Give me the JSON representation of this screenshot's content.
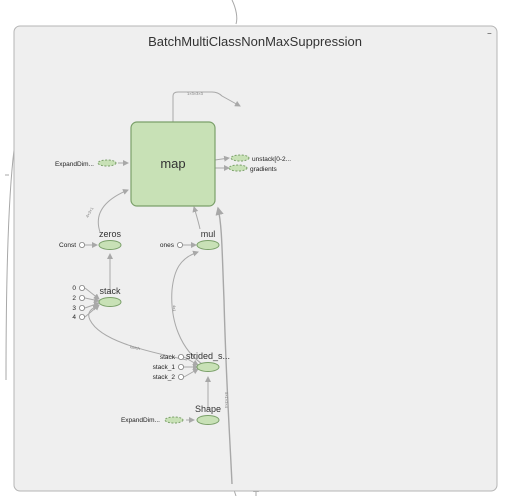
{
  "graph": {
    "title": "BatchMultiClassNonMaxSuppression",
    "nodes": {
      "map": "map",
      "zeros": "zeros",
      "mul": "mul",
      "stack": "stack",
      "strided_slice": "strided_s...",
      "shape": "Shape"
    },
    "inputs": {
      "expand_dims_top": "ExpandDim...",
      "const": "Const",
      "ones": "ones",
      "stack_0": "0",
      "stack_2": "2",
      "stack_3": "3",
      "stack_4": "4",
      "ss_stack": "stack",
      "ss_stack_1": "stack_1",
      "ss_stack_2": "stack_2",
      "expand_dims_bottom": "ExpandDim..."
    },
    "outputs": {
      "unstack": "unstack[0-2...",
      "gradients": "gradients"
    }
  },
  "colors": {
    "op_fill": "#c8e1b6",
    "op_stroke": "#7ba06a",
    "group_fill": "#efefef",
    "group_stroke": "#b5b5b5",
    "edge": "#a8a8a8"
  }
}
